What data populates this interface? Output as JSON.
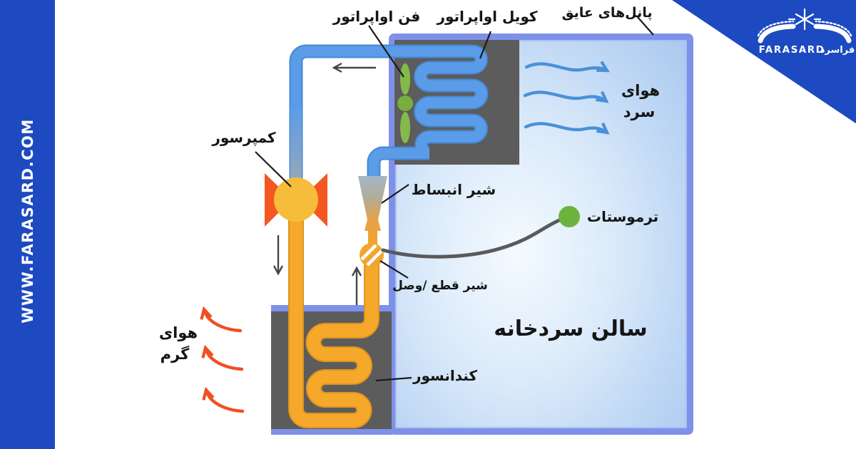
{
  "sidebar": {
    "website": "WWW.FARASARD.COM"
  },
  "logo": {
    "brand": "FARASARD",
    "brand_fa": "فراسرد",
    "icon": "snowflake-icon"
  },
  "room": {
    "title": "سالن سردخانه"
  },
  "labels": {
    "insulated_panels": "پانل‌های عایق",
    "evaporator_fan": "فن اواپراتور",
    "evaporator_coil": "کویل اواپراتور",
    "compressor": "کمپرسور",
    "expansion_valve": "شیر انبساط",
    "shutoff_valve": "شیر قطع /وصل",
    "thermostat": "ترموستات",
    "condenser": "کندانسور"
  },
  "air": {
    "cold_line1": "هوای",
    "cold_line2": "سرد",
    "hot_line1": "هوای",
    "hot_line2": "گرم"
  },
  "colors": {
    "brand_blue": "#1d4ac1",
    "room_wall": "#7e91e9",
    "cold_pipe": "#5b9ce8",
    "hot_pipe": "#f6a82a",
    "cold_air_arrow": "#4a90d9",
    "hot_air_arrow": "#f04f23",
    "fan_green": "#84ba4a",
    "thermostat_green": "#6cb33e",
    "coil_housing_gray": "#5c5c5c",
    "compressor_body": "#f6bd3a",
    "compressor_mount": "#f4571f"
  }
}
